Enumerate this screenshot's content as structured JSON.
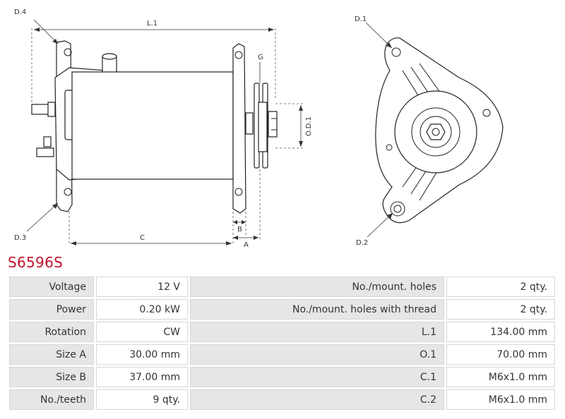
{
  "drawing": {
    "labels": {
      "d4": "D.4",
      "d3": "D.3",
      "d1": "D.1",
      "d2": "D.2",
      "l1": "L.1",
      "g": "G",
      "od1": "O.D.1",
      "c": "C",
      "b": "B",
      "a": "A"
    }
  },
  "part_number": "S6596S",
  "specs": {
    "rows": [
      {
        "label": "Voltage",
        "value": "12 V",
        "label2": "No./mount. holes",
        "value2": "2 qty."
      },
      {
        "label": "Power",
        "value": "0.20 kW",
        "label2": "No./mount. holes with thread",
        "value2": "2 qty."
      },
      {
        "label": "Rotation",
        "value": "CW",
        "label2": "L.1",
        "value2": "134.00 mm"
      },
      {
        "label": "Size A",
        "value": "30.00 mm",
        "label2": "O.1",
        "value2": "70.00 mm"
      },
      {
        "label": "Size B",
        "value": "37.00 mm",
        "label2": "C.1",
        "value2": "M6x1.0 mm"
      },
      {
        "label": "No./teeth",
        "value": "9 qty.",
        "label2": "C.2",
        "value2": "M6x1.0 mm"
      }
    ]
  },
  "colors": {
    "part_number": "#c0132a",
    "label_cell": "#e6e6e6",
    "value_cell": "#ffffff",
    "border": "#d6d6d6"
  }
}
